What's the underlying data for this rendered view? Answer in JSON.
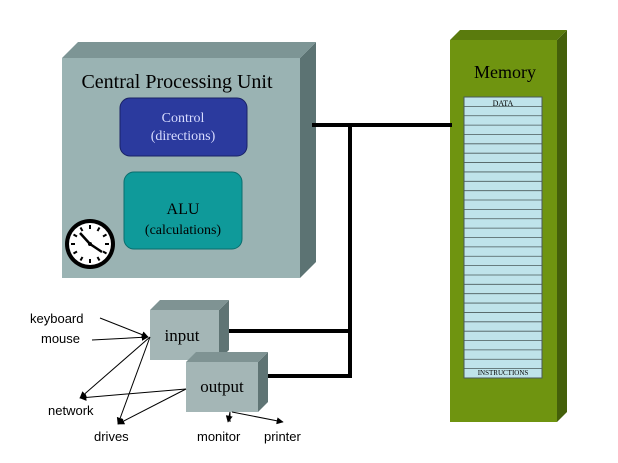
{
  "cpu": {
    "title": "Central Processing Unit",
    "control": {
      "title": "Control",
      "subtitle": "(directions)"
    },
    "alu": {
      "title": "ALU",
      "subtitle": "(calculations)"
    },
    "clock_icon": "clock-icon"
  },
  "memory": {
    "title": "Memory",
    "top_label": "DATA",
    "bottom_label": "INSTRUCTIONS",
    "cells": 30
  },
  "io": {
    "input_label": "input",
    "output_label": "output",
    "devices": {
      "keyboard": "keyboard",
      "mouse": "mouse",
      "network": "network",
      "drives": "drives",
      "monitor": "monitor",
      "printer": "printer"
    }
  },
  "colors": {
    "cpu_face": "#9ab3b3",
    "cpu_side": "#5c7373",
    "control_fill": "#2b3a9e",
    "alu_fill": "#0f9a9a",
    "memory_face": "#6f9410",
    "memory_side": "#44600a",
    "memory_cell": "#bfe3ea",
    "box_face": "#a4b6b6",
    "box_side": "#5f7474",
    "bus": "#000000"
  }
}
